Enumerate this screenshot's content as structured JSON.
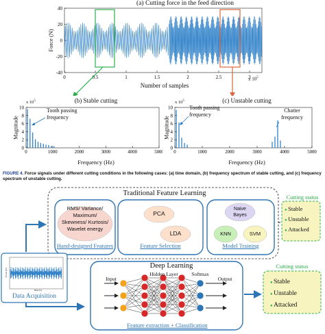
{
  "colors": {
    "signal": "#1f77c4",
    "arrow_green": "#2bb04a",
    "arrow_orange": "#d9663a",
    "tfl_blue": "#2e75b6",
    "caption_blue": "#1a3e8c",
    "status_fill": "#f7f4c0",
    "pink": "#f8d6d0",
    "peach": "#fde0cc",
    "lilac": "#ddd6f3",
    "green_ell": "#c9efb9",
    "node_blue": "#2e75b6",
    "node_orange": "#f4a11b",
    "node_red": "#d62828"
  },
  "top_chart": {
    "title": "(a) Cutting force in the feed direction",
    "ylabel": "Force (N)",
    "xlabel": "Number of samples",
    "yticks": [
      "40",
      "20",
      "0",
      "-20",
      "-40"
    ],
    "xticks": [
      "0",
      "0.5",
      "1",
      "1.5",
      "2",
      "2.5",
      "3"
    ],
    "xexp": "x 10",
    "xexp_sup": "5"
  },
  "chart_data": [
    {
      "type": "line",
      "title": "(a) Cutting force in the feed direction",
      "xlabel": "Number of samples",
      "ylabel": "Force (N)",
      "xlim": [
        0,
        320000
      ],
      "ylim": [
        -40,
        40
      ],
      "segments": [
        {
          "x_range": [
            0,
            170000
          ],
          "amplitude": 22
        },
        {
          "x_range": [
            170000,
            320000
          ],
          "amplitude": 30
        }
      ]
    },
    {
      "type": "bar",
      "title": "(b) Stable cutting",
      "xlabel": "Frequency (Hz)",
      "ylabel": "Magnitude",
      "xlim": [
        0,
        5000
      ],
      "ylim": [
        0,
        10
      ],
      "y_exponent": "x 10^5",
      "x": [
        50,
        150,
        250,
        350,
        450,
        550,
        650,
        750,
        850,
        950,
        1050
      ],
      "values": [
        9.6,
        7.2,
        3.8,
        2.1,
        1.5,
        1.2,
        1.0,
        0.8,
        0.7,
        0.5,
        0.4
      ]
    },
    {
      "type": "bar",
      "title": "(c) Unstable cutting",
      "xlabel": "Frequency (Hz)",
      "ylabel": "Magnitude",
      "xlim": [
        0,
        5000
      ],
      "ylim": [
        0,
        10
      ],
      "y_exponent": "x 10^5",
      "x": [
        50,
        150,
        250,
        350,
        450,
        3550,
        3650,
        3750,
        3850
      ],
      "values": [
        9.4,
        6.3,
        2.5,
        1.2,
        0.8,
        1.5,
        2.8,
        6.8,
        1.8
      ]
    }
  ],
  "chart_b": {
    "title": "(b) Stable cutting",
    "ylabel": "Magnitude",
    "xlabel": "Frequency (Hz)",
    "exp": "x 10",
    "exp_sup": "5",
    "yticks": [
      "10",
      "8",
      "6",
      "4",
      "2",
      "0"
    ],
    "xticks": [
      "0",
      "1000",
      "2000",
      "3000",
      "4000",
      "5000"
    ],
    "annotation_l1": "Tooth passing",
    "annotation_l2": "frequency"
  },
  "chart_c": {
    "title": "(c) Unstable cutting",
    "ylabel": "Magnitude",
    "xlabel": "Frequency (Hz)",
    "exp": "x 10",
    "exp_sup": "5",
    "yticks": [
      "10",
      "8",
      "6",
      "4",
      "2",
      "0"
    ],
    "xticks": [
      "0",
      "1000",
      "2000",
      "3000",
      "4000",
      "5000"
    ],
    "annotation1_l1": "Tooth passing",
    "annotation1_l2": "frequency",
    "annotation2_l1": "Chatter",
    "annotation2_l2": "frequency"
  },
  "caption": {
    "label": "FIGURE 4.",
    "text": "Force signals under different cutting conditions in the following cases: (a) time domain, (b) frequency spectrum of stable cutting, and (c) frequency spectrum of unstable cutting."
  },
  "tfl": {
    "title": "Traditional Feature Learning",
    "features_text": [
      "RMS/ Variance/",
      "Maximum/",
      "Skewness/ Kurtosis/",
      "Wavelet energy"
    ],
    "hand_label": "Hand-designed Features",
    "pca": "PCA",
    "lda": "LDA",
    "sel_label": "Feature Selection",
    "nb_l1": "Naive",
    "nb_l2": "Bayes",
    "knn": "KNN",
    "svm": "SVM",
    "train_label": "Model Training"
  },
  "status_top": {
    "title": "Cutting status",
    "items": [
      "Stable",
      "Unstable",
      "Attacked"
    ]
  },
  "status_bottom": {
    "title": "Cutting status",
    "items": [
      "Stable",
      "Unstable",
      "Attacked"
    ]
  },
  "acq": {
    "label": "Data Acquisition",
    "ylabel": "Force (N)",
    "xlabel": "Time (s)"
  },
  "dl": {
    "title": "Deep Learning",
    "input": "Input",
    "hidden": "Hidden Layer",
    "softmax": "Softmax",
    "output": "Output",
    "bottom": "Feature extraction + Classification"
  }
}
